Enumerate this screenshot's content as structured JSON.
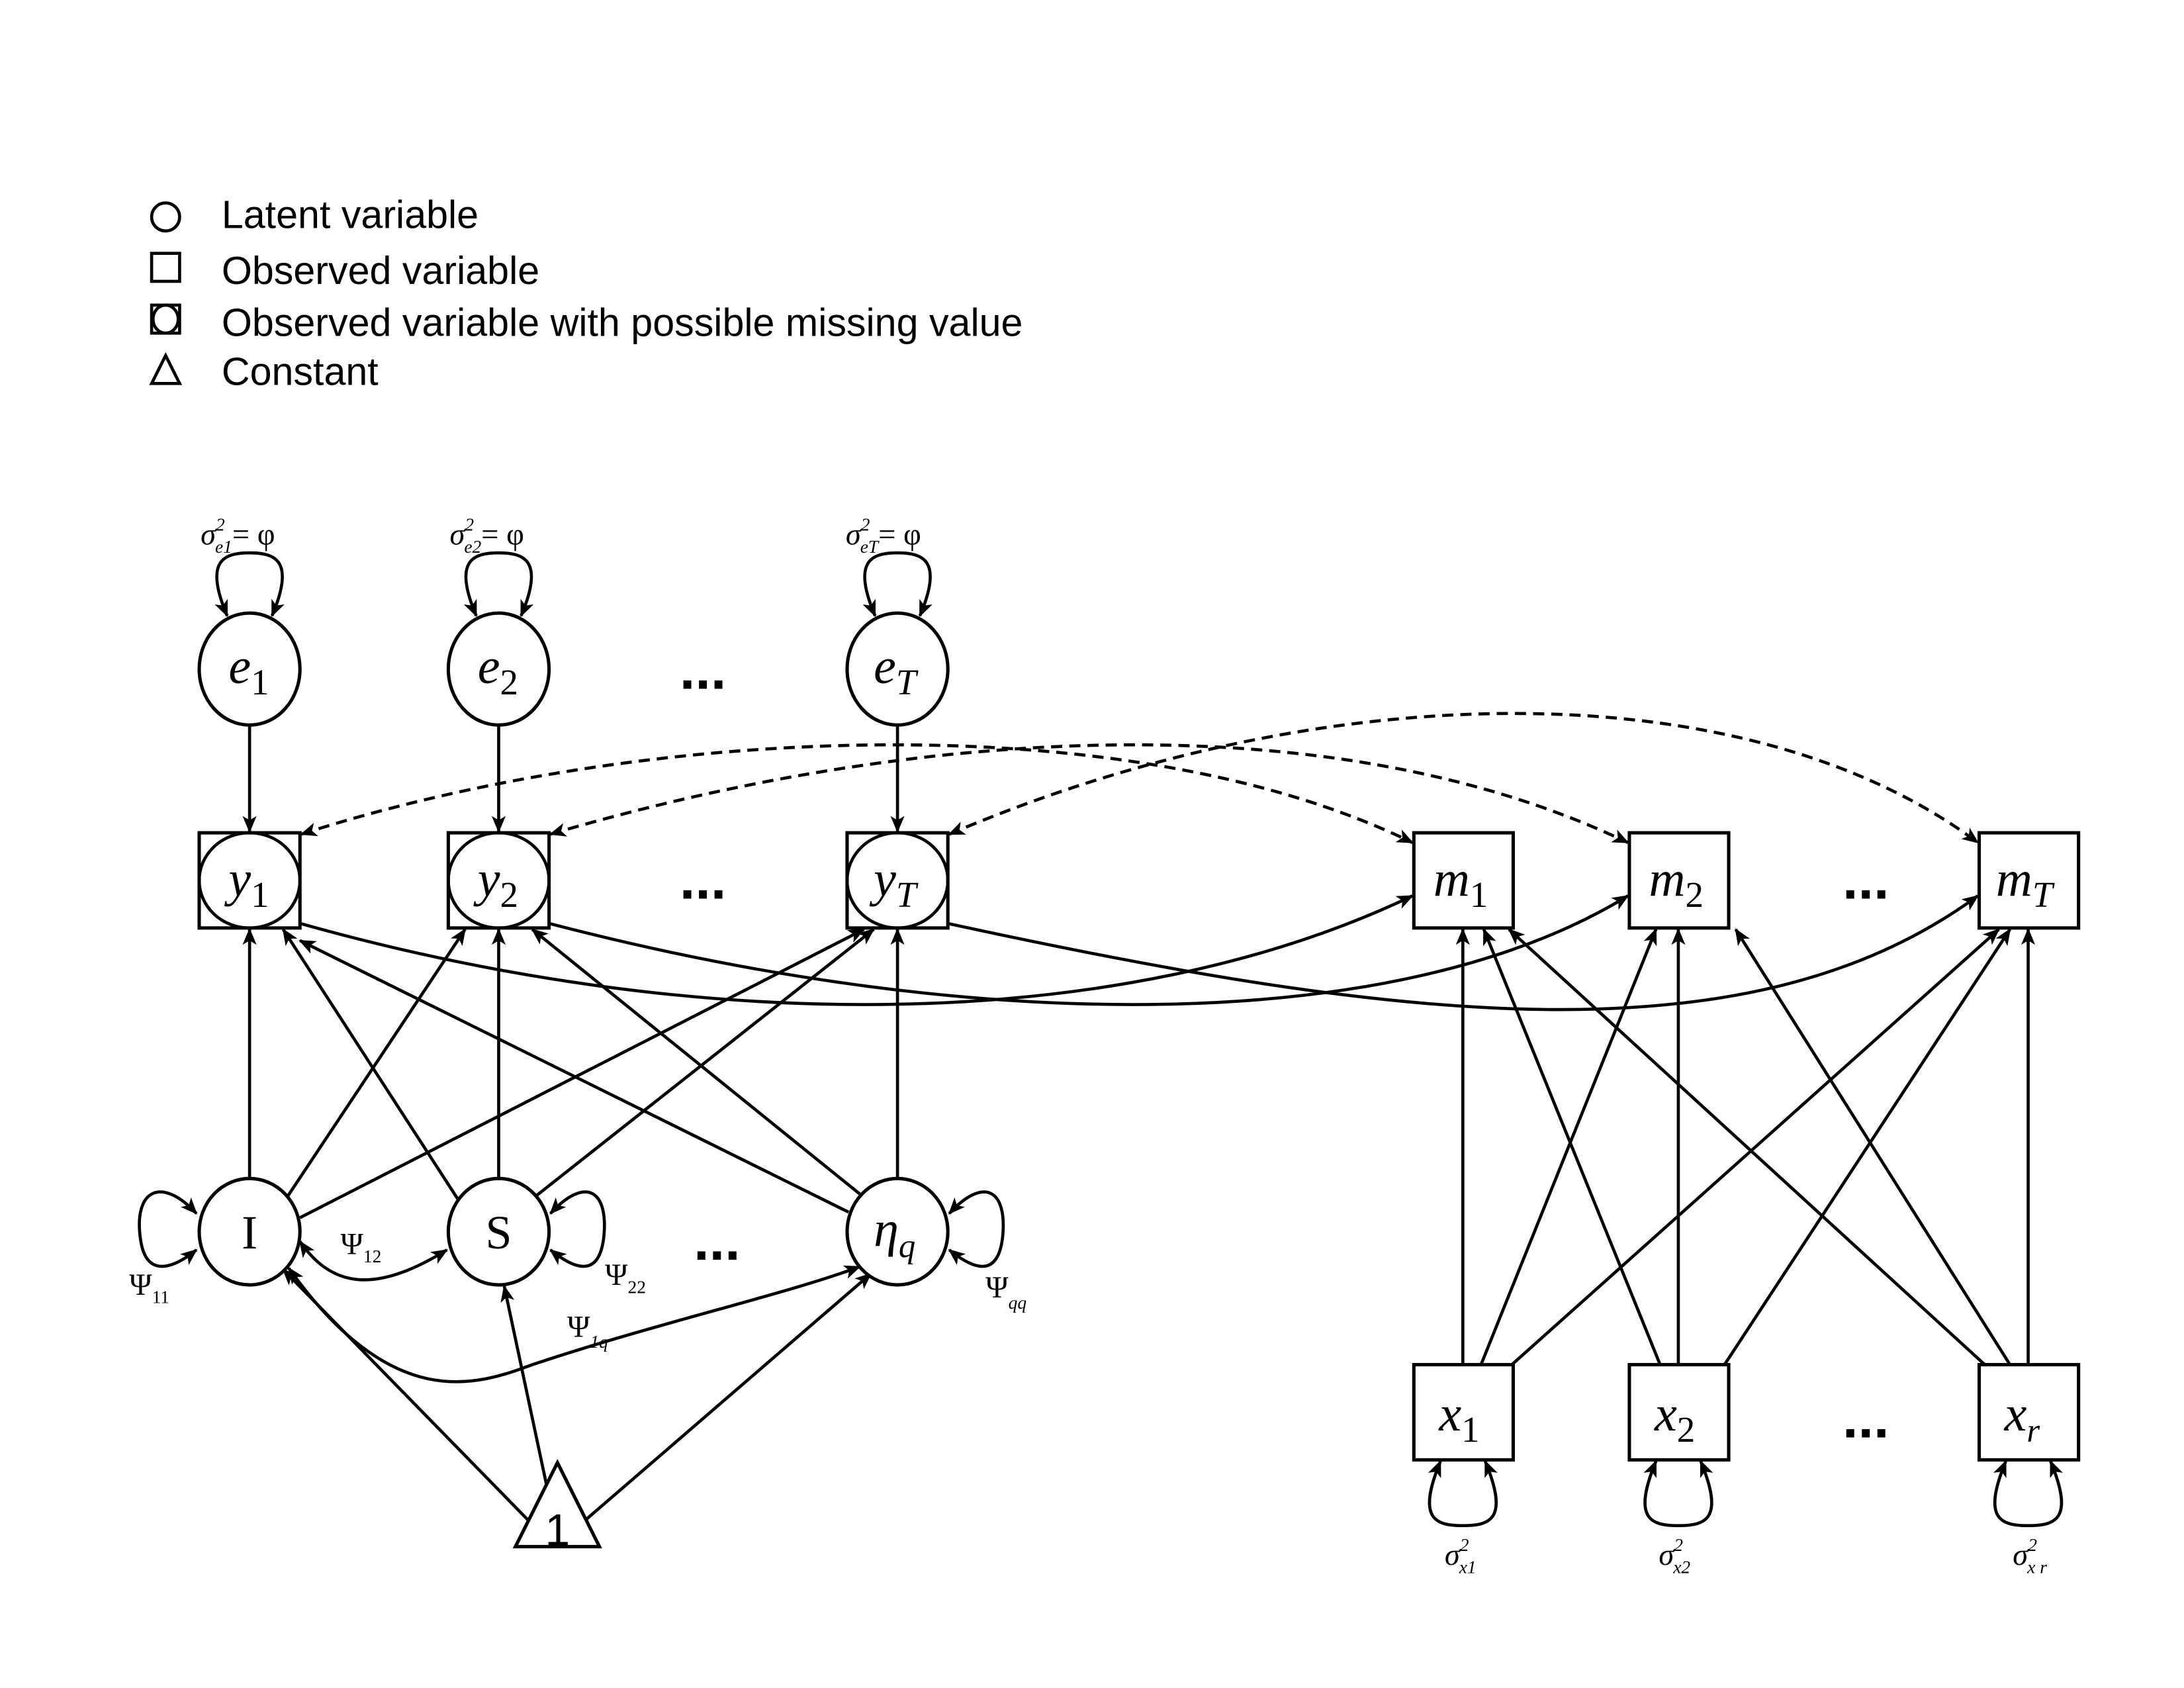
{
  "legend": [
    {
      "icon": "circle",
      "label": "Latent variable"
    },
    {
      "icon": "square",
      "label": "Observed variable"
    },
    {
      "icon": "square-with-circle",
      "label": "Observed variable with possible missing value"
    },
    {
      "icon": "triangle",
      "label": "Constant"
    }
  ],
  "ellipsis": "...",
  "errors": [
    {
      "main": "e",
      "sub": "1",
      "var_main": "σ",
      "var_sup": "2",
      "var_sub": "e1",
      "var_eq": "= φ"
    },
    {
      "main": "e",
      "sub": "2",
      "var_main": "σ",
      "var_sup": "2",
      "var_sub": "e2",
      "var_eq": "= φ"
    },
    {
      "main": "e",
      "sub": "T",
      "var_main": "σ",
      "var_sup": "2",
      "var_sub": "eT",
      "var_eq": "= φ"
    }
  ],
  "outcomes": [
    {
      "main": "y",
      "sub": "1"
    },
    {
      "main": "y",
      "sub": "2"
    },
    {
      "main": "y",
      "sub": "T"
    }
  ],
  "mediators": [
    {
      "main": "m",
      "sub": "1"
    },
    {
      "main": "m",
      "sub": "2"
    },
    {
      "main": "m",
      "sub": "T"
    }
  ],
  "growth_factors": [
    {
      "main": "I",
      "sub": "",
      "psi_main": "Ψ",
      "psi_sub": "11"
    },
    {
      "main": "S",
      "sub": "",
      "psi_main": "Ψ",
      "psi_sub": "22"
    },
    {
      "main": "η",
      "sub": "q",
      "psi_main": "Ψ",
      "psi_sub": "qq"
    }
  ],
  "covariances": [
    {
      "main": "Ψ",
      "sub": "12"
    },
    {
      "main": "Ψ",
      "sub": "1q"
    }
  ],
  "constant": "1",
  "covariates": [
    {
      "main": "x",
      "sub": "1",
      "var_main": "σ",
      "var_sup": "2",
      "var_sub": "x1"
    },
    {
      "main": "x",
      "sub": "2",
      "var_main": "σ",
      "var_sup": "2",
      "var_sub": "x2"
    },
    {
      "main": "x",
      "sub": "r",
      "var_main": "σ",
      "var_sup": "2",
      "var_sub": "x r"
    }
  ]
}
